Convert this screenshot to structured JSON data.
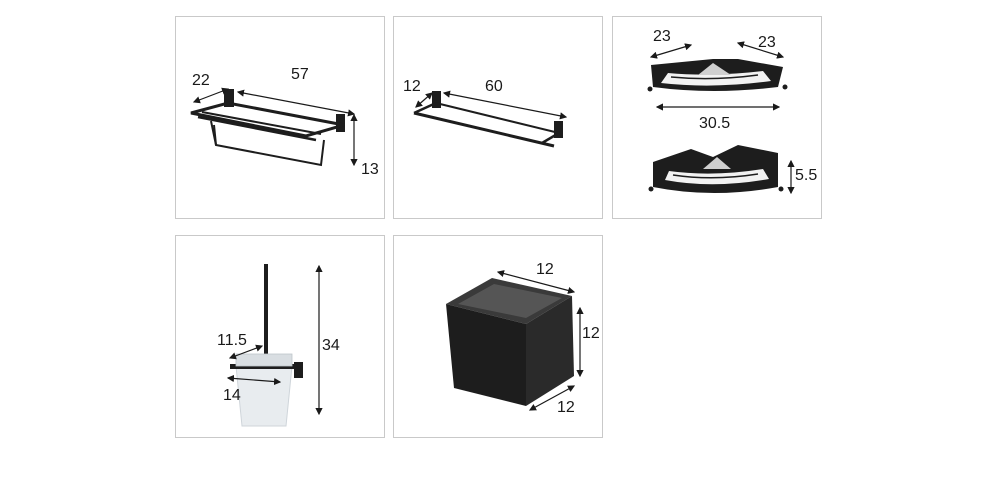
{
  "panels": [
    {
      "name": "towel-rack",
      "dims": [
        "22",
        "57",
        "13"
      ]
    },
    {
      "name": "towel-bar",
      "dims": [
        "12",
        "60"
      ]
    },
    {
      "name": "corner-shelves",
      "dims": [
        "23",
        "23",
        "30.5",
        "5.5"
      ]
    },
    {
      "name": "toilet-brush-holder",
      "dims": [
        "11.5",
        "34",
        "14"
      ]
    },
    {
      "name": "paper-holder-box",
      "dims": [
        "12",
        "12",
        "12"
      ]
    }
  ],
  "colors": {
    "product": "#1d1d1d",
    "border": "#c9c9c9",
    "glass": "#e8ecef"
  }
}
